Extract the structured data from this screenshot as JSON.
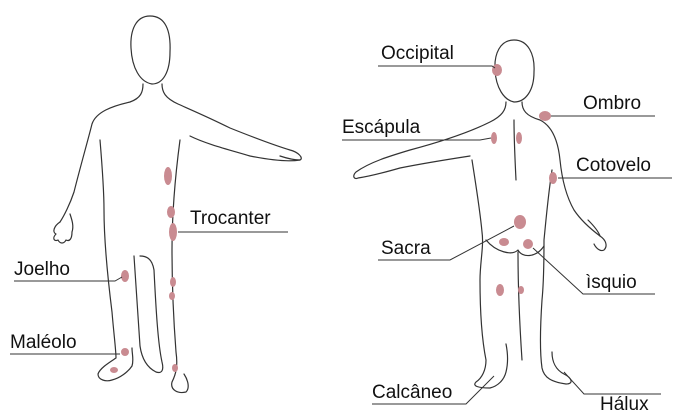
{
  "labels": {
    "joelho": "Joelho",
    "maleolo": "Maléolo",
    "trocanter": "Trocanter",
    "occipital": "Occipital",
    "escapula": "Escápula",
    "ombro": "Ombro",
    "cotovelo": "Cotovelo",
    "sacra": "Sacra",
    "isquio": "ìsquio",
    "calcaneo": "Calcâneo",
    "halux": "Hálux"
  },
  "colors": {
    "outline": "#333333",
    "spot": "#c98b91",
    "leader": "#333333",
    "text": "#111111"
  }
}
